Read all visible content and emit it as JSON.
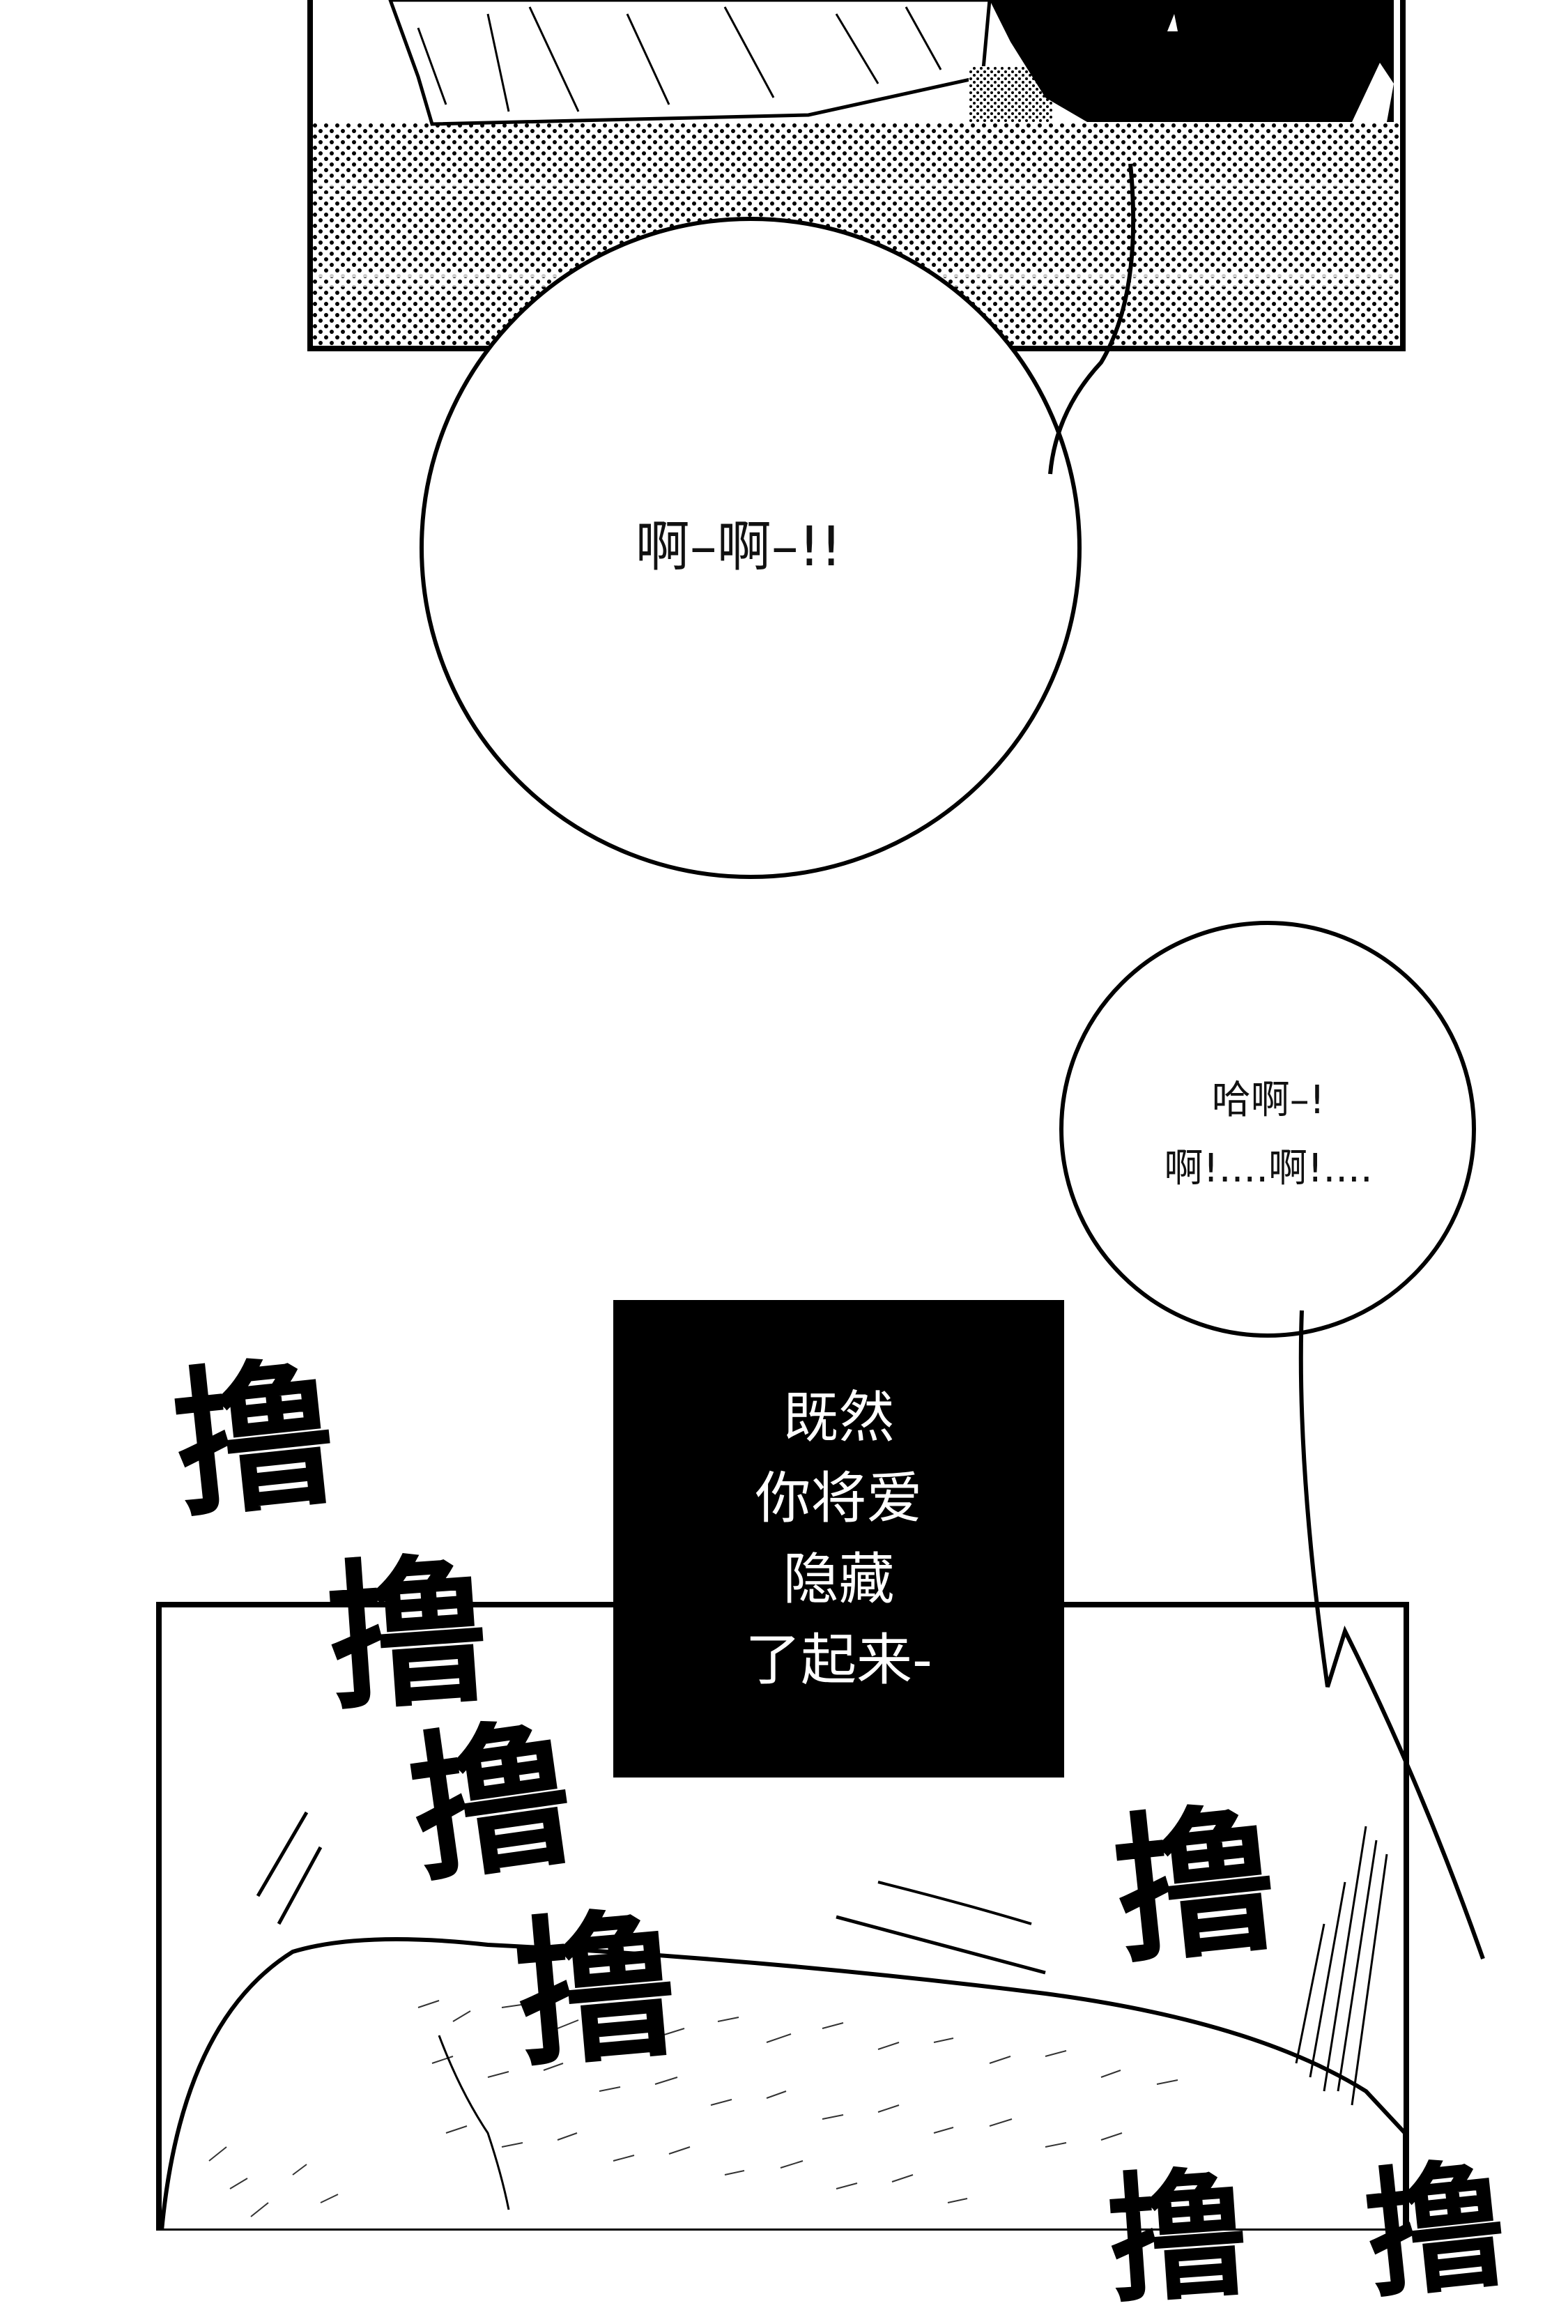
{
  "bubbles": {
    "top_circle": "啊–啊–!!",
    "right_circle": "哈啊–!\n啊!....啊!...."
  },
  "caption_box": "既然\n你将爱\n隐藏\n了起来-",
  "sfx": {
    "char": "撸"
  }
}
